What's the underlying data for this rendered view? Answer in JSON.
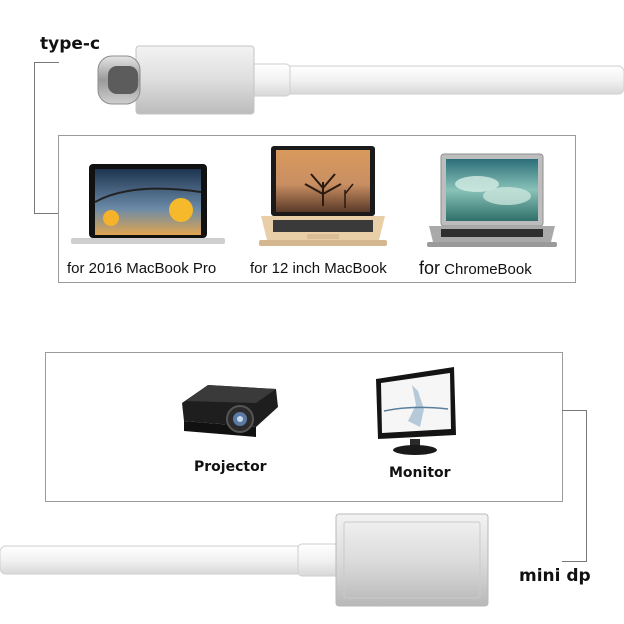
{
  "connectors": {
    "top_label": "type-c",
    "bottom_label": "mini dp"
  },
  "computers": {
    "items": [
      {
        "caption": "for 2016 MacBook Pro",
        "icon": "macbook-pro-icon"
      },
      {
        "caption": "for 12 inch MacBook",
        "icon": "macbook-12-icon"
      },
      {
        "caption_prefix": "for",
        "caption_suffix": " ChromeBook",
        "icon": "chromebook-icon"
      }
    ]
  },
  "displays": {
    "items": [
      {
        "caption": "Projector",
        "icon": "projector-icon"
      },
      {
        "caption": "Monitor",
        "icon": "monitor-icon"
      }
    ]
  },
  "colors": {
    "cable": "#f4f4f4",
    "connector_shell": "#d9d9d9",
    "frame": "#9a9a9a"
  }
}
